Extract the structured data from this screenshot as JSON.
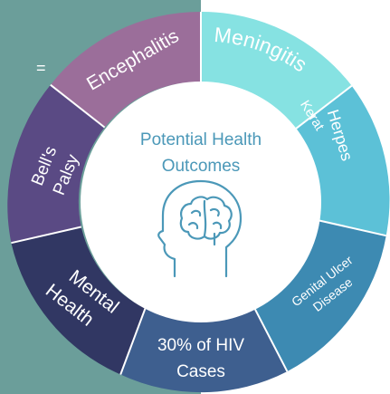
{
  "center": {
    "line1": "Potential Health",
    "line2": "Outcomes",
    "icon": "head-brain-icon"
  },
  "stray_mark": "=",
  "segments": [
    {
      "id": "meningitis",
      "lines": [
        "Meningitis"
      ],
      "color": "#86e2e2"
    },
    {
      "id": "herpes",
      "lines": [
        "Herpes"
      ],
      "color": "#5cc1d7"
    },
    {
      "id": "keratitis-fragment",
      "lines": [
        "Kerat"
      ],
      "color": "#5cc1d7"
    },
    {
      "id": "genital-ulcer",
      "lines": [
        "Genital Ulcer",
        "Disease"
      ],
      "color": "#3d8ab2"
    },
    {
      "id": "hiv",
      "lines": [
        "30% of HIV",
        "Cases"
      ],
      "color": "#3e5f8f"
    },
    {
      "id": "mental-health",
      "lines": [
        "Mental",
        "Health"
      ],
      "color": "#313763"
    },
    {
      "id": "bells-palsy",
      "lines": [
        "Bell's",
        "Palsy"
      ],
      "color": "#5a4a84"
    },
    {
      "id": "encephalitis",
      "lines": [
        "Encephalitis"
      ],
      "color": "#9b6e9a"
    }
  ]
}
